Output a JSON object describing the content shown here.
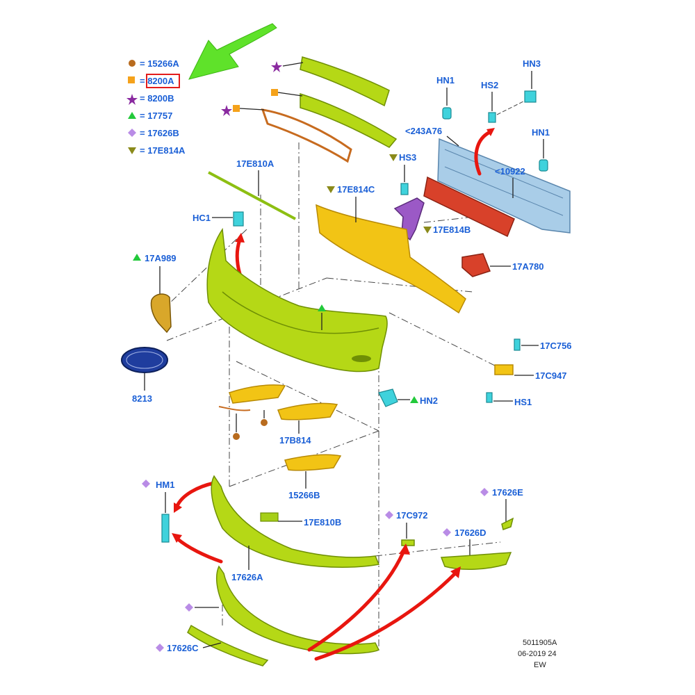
{
  "legend": [
    {
      "symbol": "circle",
      "color": "#b86b1e",
      "text": "= 15266A"
    },
    {
      "symbol": "square",
      "color": "#f5a21b",
      "text": "= 8200A",
      "boxed": true
    },
    {
      "symbol": "star",
      "color": "#8a2aa0",
      "text": "= 8200B"
    },
    {
      "symbol": "triangle-up",
      "color": "#22c93a",
      "text": "= 17757"
    },
    {
      "symbol": "diamond",
      "color": "#b98ce6",
      "text": "= 17626B"
    },
    {
      "symbol": "triangle-down",
      "color": "#8a8a1a",
      "text": "= 17E814A"
    }
  ],
  "parts": {
    "hn1_top": "HN1",
    "hs2": "HS2",
    "hn3": "HN3",
    "hn1_right": "HN1",
    "p243a76": "<243A76",
    "p10922": "<10922",
    "hs3": "HS3",
    "p17e810a": "17E810A",
    "p17e814c": "17E814C",
    "hc1": "HC1",
    "p17e814b": "17E814B",
    "p17a989": "17A989",
    "p17a780": "17A780",
    "p17c756": "17C756",
    "p17c947": "17C947",
    "hs1": "HS1",
    "p8213": "8213",
    "hn2": "HN2",
    "p17b814": "17B814",
    "p15266b": "15266B",
    "hm1": "HM1",
    "p17e810b": "17E810B",
    "p17c972": "17C972",
    "p17626e": "17626E",
    "p17626d": "17626D",
    "p17626a": "17626A",
    "p17626c": "17626C"
  },
  "footer": {
    "code": "5011905A",
    "date": "06-2019 24",
    "initials": "EW"
  }
}
